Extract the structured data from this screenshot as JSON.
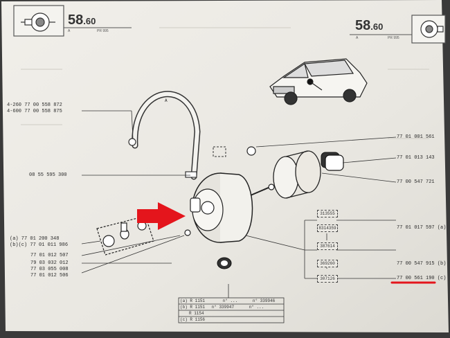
{
  "header": {
    "left_ref_main": "58",
    "left_ref_sub": ".60",
    "left_sub_a": "A",
    "left_sub_pr": "PR 995",
    "right_ref_main": "58",
    "right_ref_sub": ".60",
    "right_sub_a": "A",
    "right_sub_pr": "PR 995"
  },
  "left_parts": [
    "4-260 77 00 558 872",
    "4-600 77 00 558 875",
    "08 55 595 300",
    "(a) 77 01 200 348",
    "(b)(c) 77 01 011 986",
    "77 01 012 507",
    "79 03 032 012",
    "77 03 055 008",
    "77 01 012 506"
  ],
  "right_parts": [
    "77 01 001 561",
    "77 01 013 143",
    "77 00 547 721",
    "77 01 017 597 (a)",
    "77 00 547 915 (b)",
    "77 00 561 190 (c)"
  ],
  "sub_boxes": [
    "313555",
    "8314359",
    "387614",
    "369260",
    "307126"
  ],
  "hose_letter": "A",
  "table": {
    "rows": [
      {
        "mark": "(a)",
        "model": "R 1151",
        "from": "n° ...",
        "to": "n° 339946"
      },
      {
        "mark": "(b)",
        "model": "R 1151",
        "from": "n° 339947",
        "to": "n° ..."
      },
      {
        "mark": "",
        "model": "R 1154",
        "from": "",
        "to": ""
      },
      {
        "mark": "(c)",
        "model": "R 1156",
        "from": "",
        "to": ""
      }
    ]
  },
  "colors": {
    "paper": "#ebe9e3",
    "ink": "#2a2a2a",
    "arrow": "#e4151c",
    "underline": "#e4151c"
  }
}
